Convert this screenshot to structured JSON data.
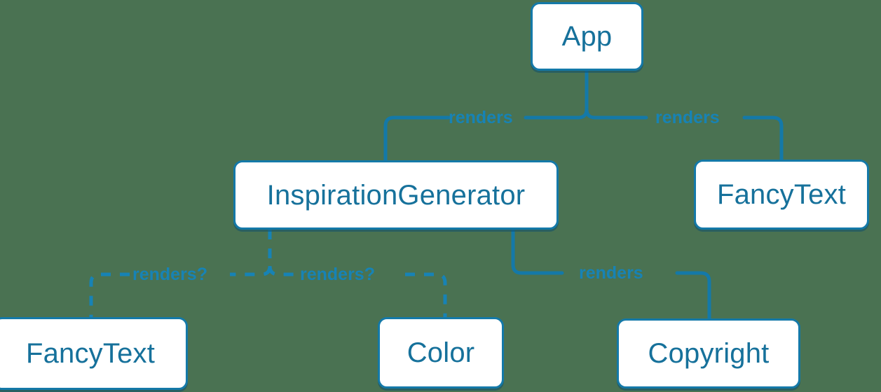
{
  "diagram": {
    "title": "React component tree with conditional renders",
    "background_color": "#4a7252",
    "accent_color": "#1479a8",
    "node_text_color": "#16719b",
    "edge_label_color": "#1783b5",
    "nodes": [
      {
        "id": "app",
        "label": "App"
      },
      {
        "id": "inspiration-generator",
        "label": "InspirationGenerator"
      },
      {
        "id": "fancytext-right",
        "label": "FancyText"
      },
      {
        "id": "fancytext-bottom",
        "label": "FancyText"
      },
      {
        "id": "color",
        "label": "Color"
      },
      {
        "id": "copyright",
        "label": "Copyright"
      }
    ],
    "edges": [
      {
        "id": "app-to-inspiration-generator",
        "from": "app",
        "to": "inspiration-generator",
        "label": "renders",
        "style": "solid"
      },
      {
        "id": "app-to-fancytext-right",
        "from": "app",
        "to": "fancytext-right",
        "label": "renders",
        "style": "solid"
      },
      {
        "id": "inspiration-generator-to-fancytext-bottom",
        "from": "inspiration-generator",
        "to": "fancytext-bottom",
        "label": "renders?",
        "style": "dashed"
      },
      {
        "id": "inspiration-generator-to-color",
        "from": "inspiration-generator",
        "to": "color",
        "label": "renders?",
        "style": "dashed"
      },
      {
        "id": "inspiration-generator-to-copyright",
        "from": "inspiration-generator",
        "to": "copyright",
        "label": "renders",
        "style": "solid"
      }
    ]
  }
}
